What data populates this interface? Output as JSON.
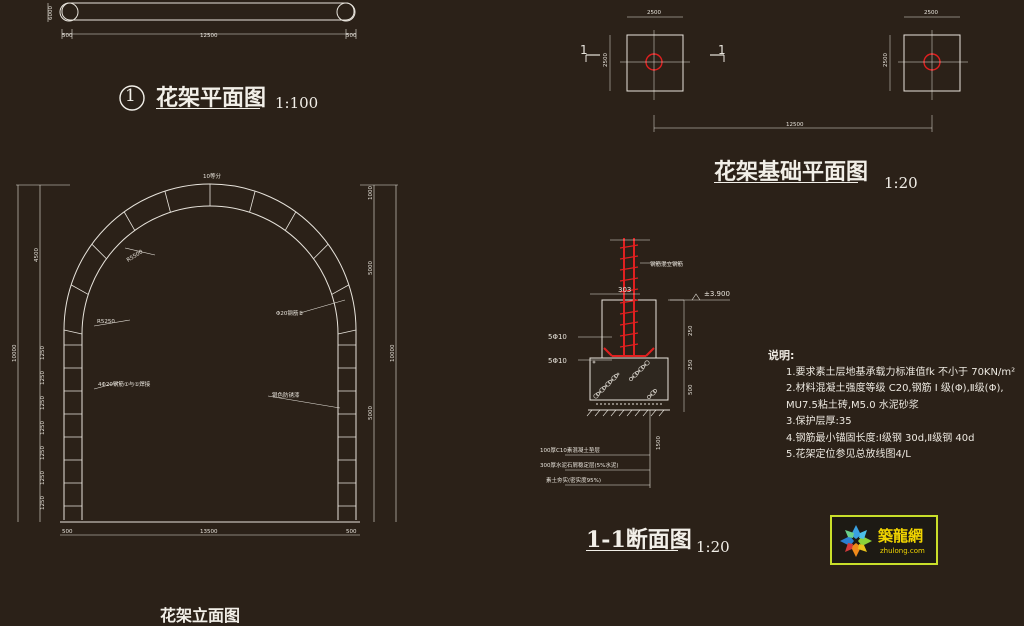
{
  "titles": {
    "plan_number": "1",
    "plan_title": "花架平面图",
    "plan_scale": "1:100",
    "foundation_title": "花架基础平面图",
    "foundation_scale": "1:20",
    "section_title": "1-1断面图",
    "section_scale": "1:20",
    "elevation_title": "花架立面图"
  },
  "plan_dims": {
    "total": "12500",
    "left": "500",
    "right": "500",
    "side": "6000"
  },
  "foundation_dims": {
    "width": "2500",
    "height": "2500",
    "span": "12500",
    "cut_label": "1"
  },
  "elevation_labels": {
    "division": "10等分",
    "radius_outer": "R5500",
    "radius_inner": "R5250",
    "rebar_top": "Φ20钢筋②",
    "rebar_left": "4Φ20钢筋①与①焊接",
    "paint": "银色防锈漆",
    "bottom_total": "13500",
    "bottom_left": "500",
    "bottom_right": "500",
    "left_total": "10000",
    "left_upper": "4500",
    "right_total": "10000",
    "right_upper": "5000",
    "right_lower": "5000",
    "right_top": "1000",
    "bay_spacing": "1250"
  },
  "section_labels": {
    "column_note": "钢筋混立钢筋",
    "width": "303",
    "elevation_mark": "±3.900",
    "rebar_a": "5Φ10",
    "rebar_b": "5Φ10",
    "dim_a": "250",
    "dim_b": "250",
    "dim_c": "500",
    "dim_d": "1500",
    "layer1": "100厚C10素混凝土垫层",
    "layer2": "300厚水泥石屑稳定层(5%水泥)",
    "layer3": "素土夯实(密实度95%)"
  },
  "notes": {
    "title": "说明:",
    "items": [
      "1.要求素土层地基承载力标准值fk 不小于 70KN/m²",
      "2.材料混凝土强度等级 C20,钢筋 Ⅰ 级(Φ),Ⅱ级(Φ),",
      "MU7.5粘土砖,M5.0 水泥砂浆",
      "3.保护层厚:35",
      "4.钢筋最小锚固长度:Ⅰ级钢 30d,Ⅱ级钢 40d",
      "5.花架定位参见总放线图4/L"
    ]
  },
  "logo": {
    "name": "築龍網",
    "url": "zhulong.com"
  },
  "colors": {
    "background": "#2b2118",
    "line": "#e8e4dc",
    "accent_red": "#e02020",
    "logo_border": "#c9df2a",
    "logo_text": "#f0d400"
  }
}
